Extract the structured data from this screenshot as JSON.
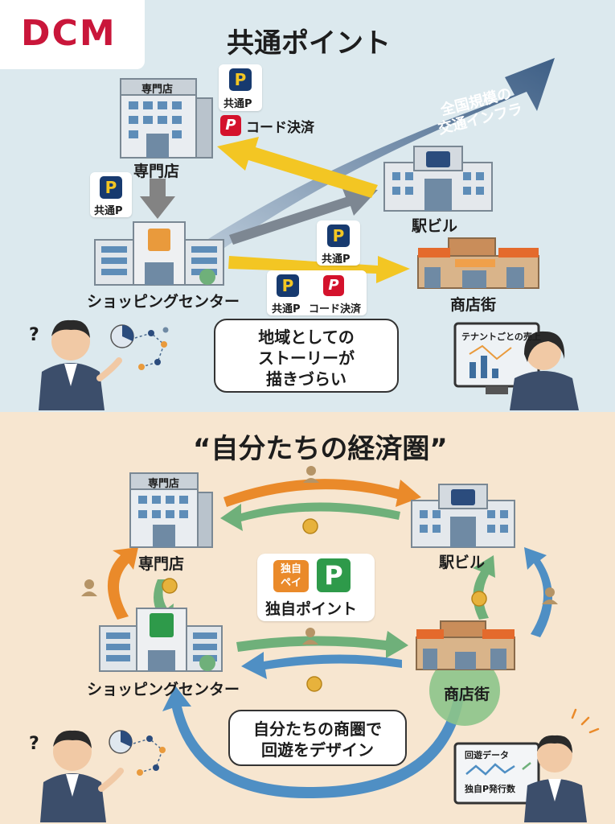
{
  "logo": {
    "text": "DCM"
  },
  "top": {
    "title": "共通ポイント",
    "buildings": {
      "specialty": "専門店",
      "specialty_sign": "専門店",
      "station": "駅ビル",
      "mall": "ショッピングセンター",
      "street": "商店街"
    },
    "infra_label": "全国規模の\n交通インフラ",
    "infra_line1": "全国規模の",
    "infra_line2": "交通インフラ",
    "common_p": "共通P",
    "code_pay": "コード決済",
    "bubble_line1": "地域としての",
    "bubble_line2": "ストーリーが",
    "bubble_line3": "描きづらい",
    "monitor_title": "テナントごとの売上",
    "p_letter": "P",
    "question": "?"
  },
  "bottom": {
    "title": "“自分たちの経済圏”",
    "buildings": {
      "specialty": "専門店",
      "specialty_sign": "専門店",
      "station": "駅ビル",
      "mall": "ショッピングセンター",
      "street": "商店街"
    },
    "own_pay": "独自\nペイ",
    "own_pay_line1": "独自",
    "own_pay_line2": "ペイ",
    "own_point": "独自ポイント",
    "p_letter": "P",
    "bubble_line1": "自分たちの商圏で",
    "bubble_line2": "回遊をデザイン",
    "monitor_line1": "回遊データ",
    "monitor_line2": "独自P発行数",
    "question": "?"
  },
  "colors": {
    "top_bg": "#dce9ee",
    "bottom_bg": "#f7e6d0",
    "brand_red": "#c9163a",
    "arrow_yellow": "#f3c623",
    "arrow_navy": "#3e5f86",
    "arrow_orange": "#ea8a2a",
    "arrow_green": "#6fb07a",
    "arrow_blue": "#4f8fc4",
    "point_navy": "#173a6f",
    "point_green": "#2e9a4a"
  },
  "icons": [
    "person-icon",
    "coin-icon",
    "train-icon",
    "chart-icon",
    "p-point-icon",
    "code-pay-icon",
    "own-pay-icon"
  ]
}
